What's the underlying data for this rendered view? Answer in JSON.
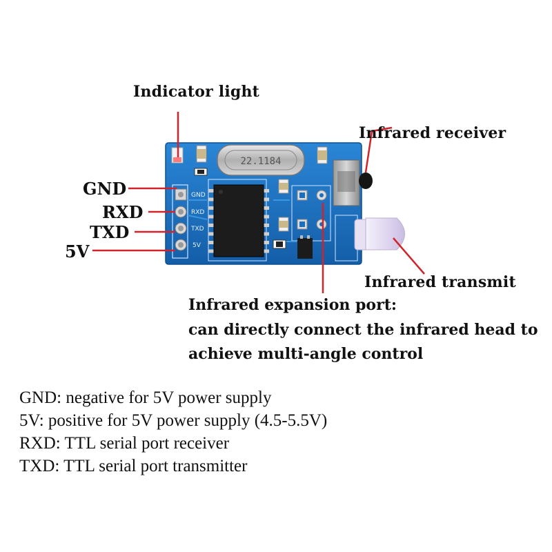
{
  "callouts": {
    "indicator_light": "Indicator light",
    "infrared_receiver": "Infrared receiver",
    "infrared_transmit": "Infrared transmit"
  },
  "pins": [
    "GND",
    "RXD",
    "TXD",
    "5V"
  ],
  "silkscreen": {
    "crystal": "22.1184",
    "pins": [
      "GND",
      "RXD",
      "TXD",
      "5V"
    ]
  },
  "expansion_port": {
    "title": "Infrared expansion port:",
    "lines": [
      "can directly connect the infrared head to",
      "achieve multi-angle control"
    ]
  },
  "legend": [
    "GND: negative for 5V power supply",
    "5V: positive for 5V power supply (4.5-5.5V)",
    "RXD: TTL serial port receiver",
    "TXD: TTL serial port transmitter"
  ],
  "colors": {
    "pcb": "#1a6fc0",
    "pointer": "#d0242b",
    "chip": "#1c1c1c"
  }
}
